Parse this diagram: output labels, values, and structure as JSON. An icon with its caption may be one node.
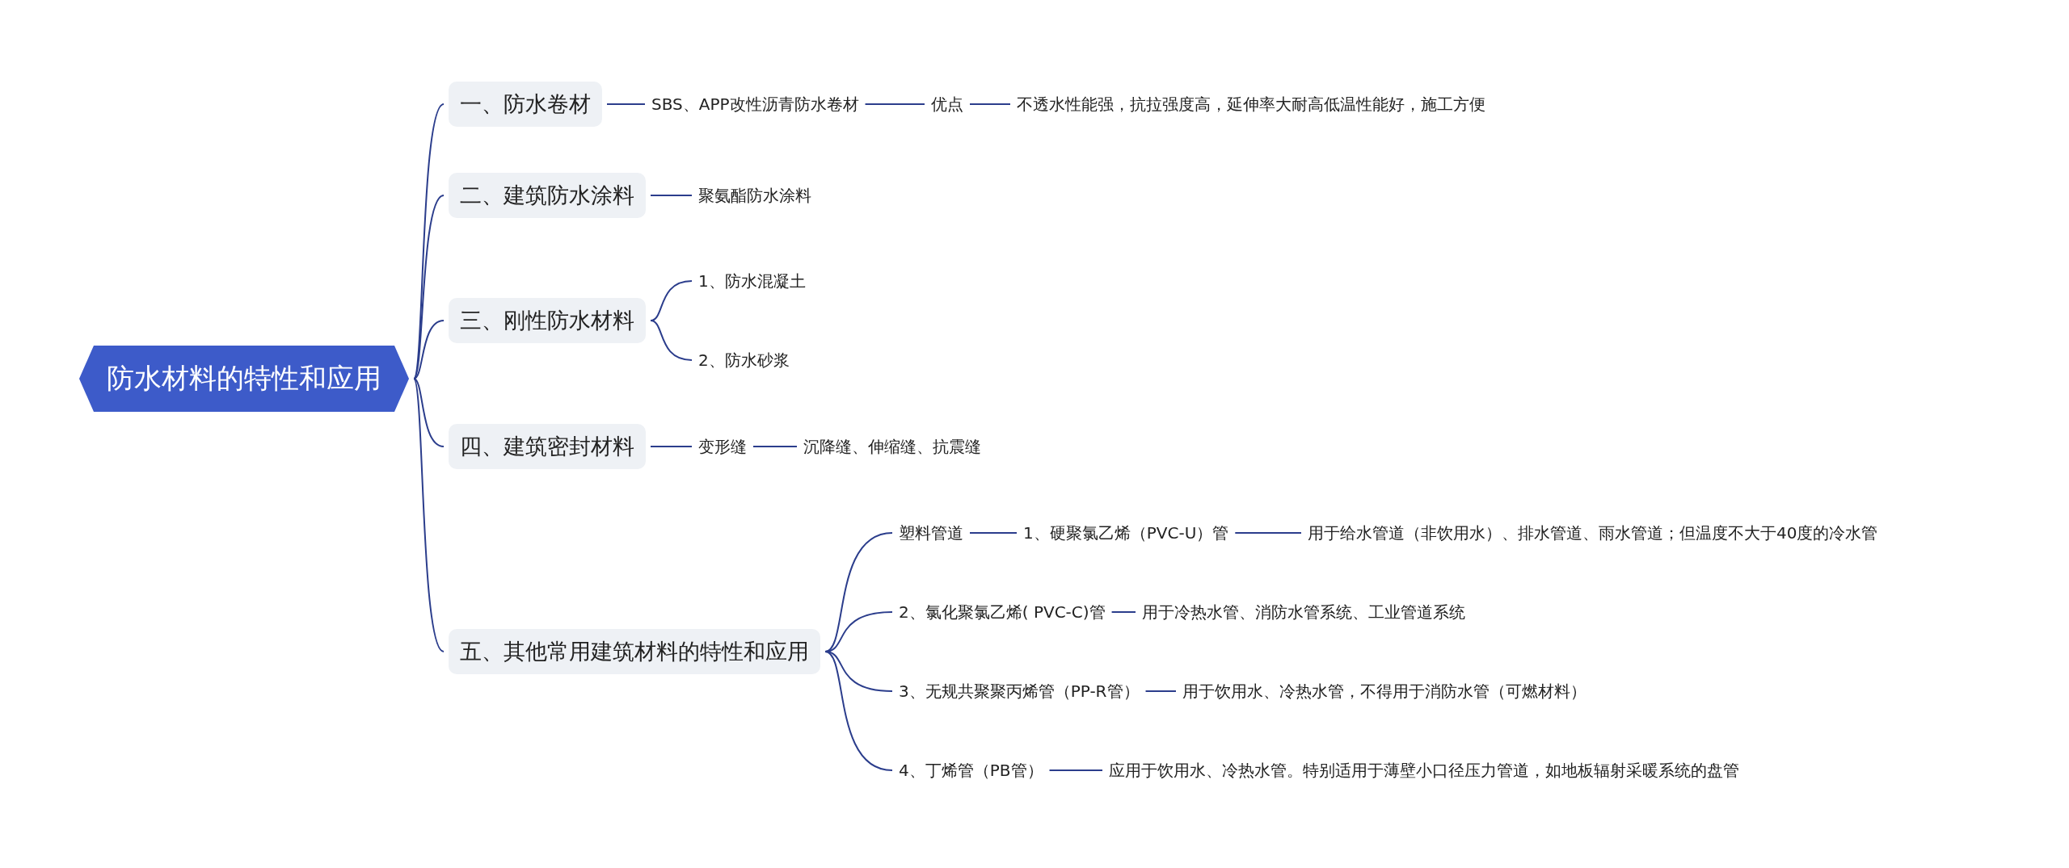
{
  "diagram": {
    "nodes": [
      {
        "text": [
          "防水材料的特性和应用"
        ]
      },
      {
        "text": [
          "一、防水卷材"
        ]
      },
      {
        "text": [
          "SBS、APP改性沥青防水卷材"
        ]
      },
      {
        "text": [
          "优点"
        ]
      },
      {
        "text": [
          "不透水性能强，抗拉强度高，延伸率大耐高低温性能好，施工方便"
        ]
      },
      {
        "text": [
          "二、建筑防水涂料"
        ]
      },
      {
        "text": [
          "聚氨酯防水涂料"
        ]
      },
      {
        "text": [
          "三、刚性防水材料"
        ]
      },
      {
        "text": [
          "1、防水混凝土"
        ]
      },
      {
        "text": [
          "2、防水砂浆"
        ]
      },
      {
        "text": [
          "四、建筑密封材料"
        ]
      },
      {
        "text": [
          "变形缝"
        ]
      },
      {
        "text": [
          "沉降缝、伸缩缝、抗震缝"
        ]
      },
      {
        "text": [
          "五、其他常用建筑材料的特性和应用"
        ]
      },
      {
        "text": [
          "塑料管道"
        ]
      },
      {
        "text": [
          "1、硬聚氯乙烯（PVC-U）管"
        ]
      },
      {
        "text": [
          "用于给水管道（非饮用水）、排水管道、雨水管道；但温度不大于40度的冷水管"
        ]
      },
      {
        "text": [
          "2、氯化聚氯乙烯( PVC-C)管"
        ]
      },
      {
        "text": [
          "用于冷热水管、消防水管系统、工业管道系统"
        ]
      },
      {
        "text": [
          "3、无规共聚聚丙烯管（PP-R管）"
        ]
      },
      {
        "text": [
          "用于饮用水、冷热水管，不得用于消防水管（可燃材料）"
        ]
      },
      {
        "text": [
          "4、丁烯管（PB管）"
        ]
      },
      {
        "text": [
          "应用于饮用水、冷热水管。特别适用于薄壁小口径压力管道，如地板辐射采暖系统的盘管"
        ]
      }
    ],
    "edges": [
      {
        "from": 0,
        "to": 1,
        "arrow": "none"
      },
      {
        "from": 1,
        "to": 2,
        "arrow": "none"
      },
      {
        "from": 2,
        "to": 3,
        "arrow": "none"
      },
      {
        "from": 3,
        "to": 4,
        "arrow": "none"
      },
      {
        "from": 0,
        "to": 5,
        "arrow": "none"
      },
      {
        "from": 5,
        "to": 6,
        "arrow": "none"
      },
      {
        "from": 0,
        "to": 7,
        "arrow": "none"
      },
      {
        "from": 7,
        "to": 8,
        "arrow": "none"
      },
      {
        "from": 7,
        "to": 9,
        "arrow": "none"
      },
      {
        "from": 0,
        "to": 10,
        "arrow": "none"
      },
      {
        "from": 10,
        "to": 11,
        "arrow": "none"
      },
      {
        "from": 11,
        "to": 12,
        "arrow": "none"
      },
      {
        "from": 0,
        "to": 13,
        "arrow": "none"
      },
      {
        "from": 13,
        "to": 14,
        "arrow": "none"
      },
      {
        "from": 14,
        "to": 15,
        "arrow": "none"
      },
      {
        "from": 15,
        "to": 16,
        "arrow": "none"
      },
      {
        "from": 13,
        "to": 17,
        "arrow": "none"
      },
      {
        "from": 17,
        "to": 18,
        "arrow": "none"
      },
      {
        "from": 13,
        "to": 19,
        "arrow": "none"
      },
      {
        "from": 19,
        "to": 20,
        "arrow": "none"
      },
      {
        "from": 13,
        "to": 21,
        "arrow": "none"
      },
      {
        "from": 21,
        "to": 22,
        "arrow": "none"
      }
    ]
  }
}
